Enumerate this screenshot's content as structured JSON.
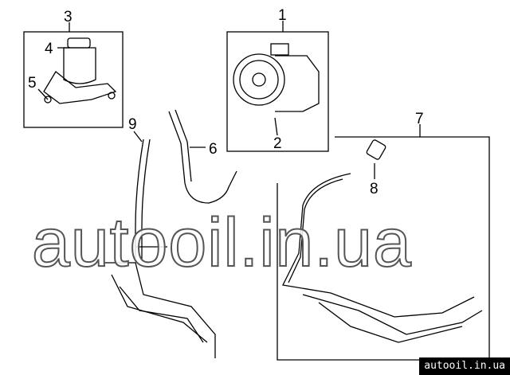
{
  "callouts": [
    "1",
    "2",
    "3",
    "4",
    "5",
    "6",
    "7",
    "8",
    "9"
  ],
  "watermark": "autooil.in.ua",
  "footer": "autooil.in.ua"
}
